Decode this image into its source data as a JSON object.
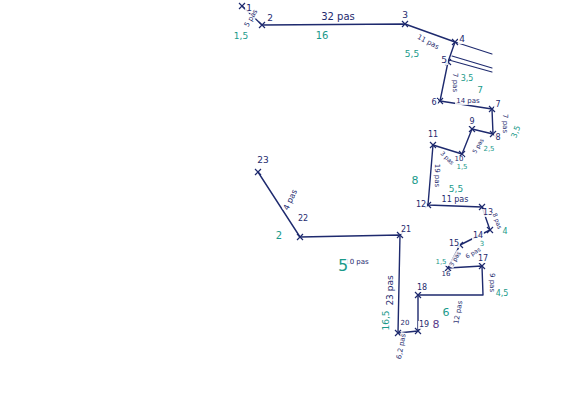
{
  "diagram": {
    "labels": [
      "1",
      "2",
      "5 pas",
      "1,5",
      "32 pas",
      "16",
      "3",
      "11 pas",
      "5,5",
      "4",
      "5",
      "7 pas",
      "3,5",
      "6",
      "14 pas",
      "7",
      "7",
      "7 pas",
      "3,5",
      "8",
      "9",
      "5 pas",
      "2,5",
      "10",
      "3 pas",
      "1,5",
      "11",
      "19 pas",
      "8",
      "12",
      "11 pas",
      "5,5",
      "13",
      "8 pas",
      "4",
      "14",
      "6 pas",
      "3",
      "15",
      "3 pas",
      "1,5",
      "16",
      "17",
      "9 pas",
      "4,5",
      "18",
      "12 pas",
      "6",
      "19",
      "8",
      "20",
      "6,2 pas",
      "21",
      "23 pas",
      "16,5",
      "10 pas",
      "5",
      "22",
      "4 pas",
      "2",
      "23"
    ]
  }
}
